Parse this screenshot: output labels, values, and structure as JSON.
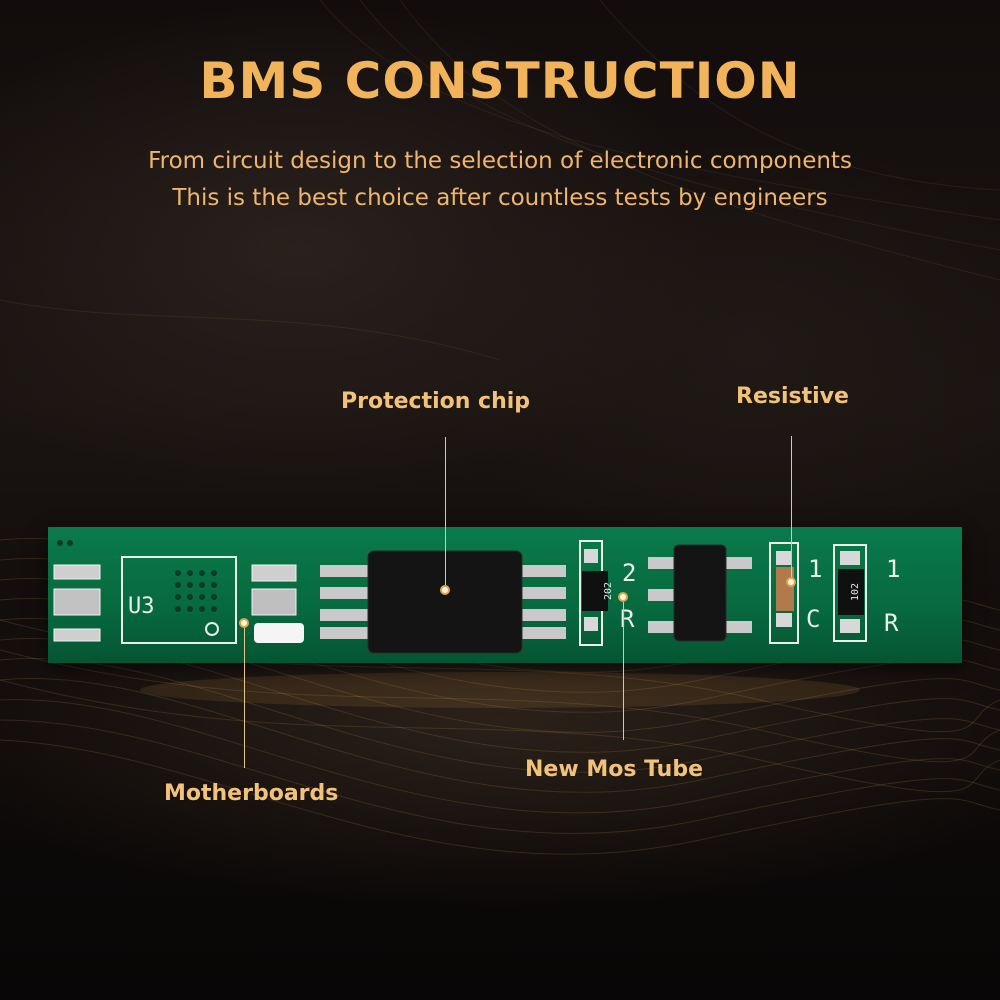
{
  "header": {
    "title": "BMS CONSTRUCTION",
    "subtitle_line1": "From circuit design to the selection of electronic components",
    "subtitle_line2": "This is the best choice after countless tests by engineers"
  },
  "callouts": {
    "protection_chip": "Protection chip",
    "resistive": "Resistive",
    "mos_tube": "New Mos Tube",
    "motherboards": "Motherboards"
  },
  "pcb_markings": {
    "u3": "U3",
    "resistor_left": "202",
    "resistor_right": "102",
    "num_2": "2",
    "num_1a": "1",
    "num_1b": "1",
    "letter_r1": "R",
    "letter_c": "C",
    "letter_r2": "R"
  },
  "colors": {
    "title": "#f2b45a",
    "subtitle": "#f0b46c",
    "label": "#f3c27a",
    "pcb_green": "#07693f",
    "background": "#0d0908"
  }
}
